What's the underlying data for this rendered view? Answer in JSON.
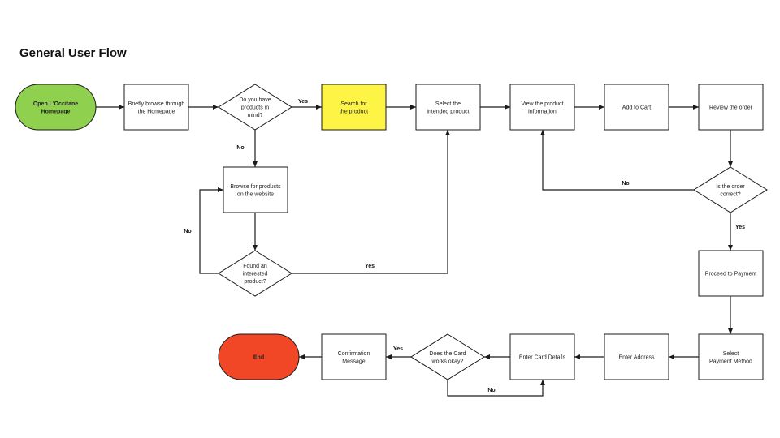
{
  "diagram": {
    "title": "General User Flow",
    "colors": {
      "start": "#8fd14f",
      "end": "#f24726",
      "highlight": "#fef445",
      "box": "#ffffff",
      "stroke": "#1a1a1a"
    },
    "nodes": [
      {
        "id": "open-homepage",
        "type": "terminal",
        "role": "start",
        "lines": [
          "Open L'Occitane",
          "Homepage"
        ]
      },
      {
        "id": "browse-homepage",
        "type": "process",
        "lines": [
          "Briefly browse through",
          "the Homepage"
        ]
      },
      {
        "id": "products-in-mind",
        "type": "decision",
        "lines": [
          "Do you have",
          "products in",
          "mind?"
        ]
      },
      {
        "id": "search-product",
        "type": "process",
        "role": "highlight",
        "lines": [
          "Search for",
          "the product"
        ]
      },
      {
        "id": "select-product",
        "type": "process",
        "lines": [
          "Select the",
          "intended product"
        ]
      },
      {
        "id": "view-product-info",
        "type": "process",
        "lines": [
          "View the product",
          "information"
        ]
      },
      {
        "id": "add-to-cart",
        "type": "process",
        "lines": [
          "Add to Cart"
        ]
      },
      {
        "id": "review-order",
        "type": "process",
        "lines": [
          "Review the order"
        ]
      },
      {
        "id": "browse-website",
        "type": "process",
        "lines": [
          "Browse for products",
          "on the website"
        ]
      },
      {
        "id": "found-product",
        "type": "decision",
        "lines": [
          "Found an",
          "interested",
          "product?"
        ]
      },
      {
        "id": "order-correct",
        "type": "decision",
        "lines": [
          "Is the order",
          "correct?"
        ]
      },
      {
        "id": "proceed-payment",
        "type": "process",
        "lines": [
          "Proceed to Payment"
        ]
      },
      {
        "id": "select-payment",
        "type": "process",
        "lines": [
          "Select",
          "Payment Method"
        ]
      },
      {
        "id": "enter-address",
        "type": "process",
        "lines": [
          "Enter Address"
        ]
      },
      {
        "id": "enter-card",
        "type": "process",
        "lines": [
          "Enter Card Details"
        ]
      },
      {
        "id": "card-works",
        "type": "decision",
        "lines": [
          "Does the Card",
          "works okay?"
        ]
      },
      {
        "id": "confirmation",
        "type": "process",
        "lines": [
          "Confirmation",
          "Message"
        ]
      },
      {
        "id": "end",
        "type": "terminal",
        "role": "end",
        "lines": [
          "End"
        ]
      }
    ],
    "edges": [
      {
        "id": "e1",
        "from": "open-homepage",
        "to": "browse-homepage",
        "label": ""
      },
      {
        "id": "e2",
        "from": "browse-homepage",
        "to": "products-in-mind",
        "label": ""
      },
      {
        "id": "e3",
        "from": "products-in-mind",
        "to": "search-product",
        "label": "Yes"
      },
      {
        "id": "e4",
        "from": "products-in-mind",
        "to": "browse-website",
        "label": "No"
      },
      {
        "id": "e5",
        "from": "search-product",
        "to": "select-product",
        "label": ""
      },
      {
        "id": "e6",
        "from": "select-product",
        "to": "view-product-info",
        "label": ""
      },
      {
        "id": "e7",
        "from": "view-product-info",
        "to": "add-to-cart",
        "label": ""
      },
      {
        "id": "e8",
        "from": "add-to-cart",
        "to": "review-order",
        "label": ""
      },
      {
        "id": "e9",
        "from": "review-order",
        "to": "order-correct",
        "label": ""
      },
      {
        "id": "e10",
        "from": "order-correct",
        "to": "view-product-info",
        "label": "No"
      },
      {
        "id": "e11",
        "from": "order-correct",
        "to": "proceed-payment",
        "label": "Yes"
      },
      {
        "id": "e12",
        "from": "browse-website",
        "to": "found-product",
        "label": ""
      },
      {
        "id": "e13",
        "from": "found-product",
        "to": "select-product",
        "label": "Yes"
      },
      {
        "id": "e14",
        "from": "found-product",
        "to": "browse-website",
        "label": "No"
      },
      {
        "id": "e15",
        "from": "proceed-payment",
        "to": "select-payment",
        "label": ""
      },
      {
        "id": "e16",
        "from": "select-payment",
        "to": "enter-address",
        "label": ""
      },
      {
        "id": "e17",
        "from": "enter-address",
        "to": "enter-card",
        "label": ""
      },
      {
        "id": "e18",
        "from": "enter-card",
        "to": "card-works",
        "label": ""
      },
      {
        "id": "e19",
        "from": "card-works",
        "to": "confirmation",
        "label": "Yes"
      },
      {
        "id": "e20",
        "from": "card-works",
        "to": "enter-card",
        "label": "No"
      },
      {
        "id": "e21",
        "from": "confirmation",
        "to": "end",
        "label": ""
      }
    ]
  }
}
